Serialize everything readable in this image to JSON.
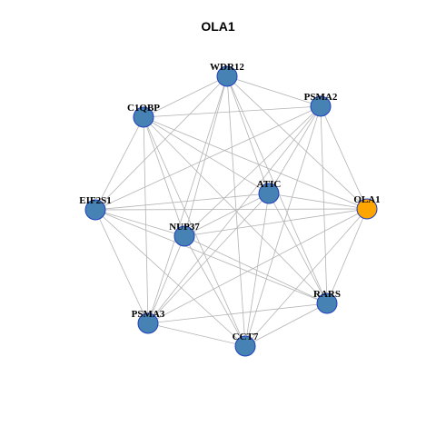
{
  "title": "OLA1",
  "colors": {
    "node_default": "#4682b4",
    "node_highlight": "#ffa500",
    "node_border": "#1f3fbf",
    "edge": "#b3b3b3"
  },
  "nodes": [
    {
      "id": "WDR12",
      "label": "WDR12",
      "highlight": false
    },
    {
      "id": "PSMA2",
      "label": "PSMA2",
      "highlight": false
    },
    {
      "id": "C1QBP",
      "label": "C1QBP",
      "highlight": false
    },
    {
      "id": "ATIC",
      "label": "ATIC",
      "highlight": false
    },
    {
      "id": "OLA1",
      "label": "OLA1",
      "highlight": true
    },
    {
      "id": "EIF2S1",
      "label": "EIF2S1",
      "highlight": false
    },
    {
      "id": "NUP37",
      "label": "NUP37",
      "highlight": false
    },
    {
      "id": "RARS",
      "label": "RARS",
      "highlight": false
    },
    {
      "id": "PSMA3",
      "label": "PSMA3",
      "highlight": false
    },
    {
      "id": "CCT7",
      "label": "CCT7",
      "highlight": false
    }
  ],
  "edges": [
    [
      "WDR12",
      "PSMA2"
    ],
    [
      "WDR12",
      "C1QBP"
    ],
    [
      "WDR12",
      "ATIC"
    ],
    [
      "WDR12",
      "OLA1"
    ],
    [
      "WDR12",
      "EIF2S1"
    ],
    [
      "WDR12",
      "NUP37"
    ],
    [
      "WDR12",
      "RARS"
    ],
    [
      "WDR12",
      "PSMA3"
    ],
    [
      "WDR12",
      "CCT7"
    ],
    [
      "PSMA2",
      "C1QBP"
    ],
    [
      "PSMA2",
      "ATIC"
    ],
    [
      "PSMA2",
      "OLA1"
    ],
    [
      "PSMA2",
      "EIF2S1"
    ],
    [
      "PSMA2",
      "NUP37"
    ],
    [
      "PSMA2",
      "RARS"
    ],
    [
      "PSMA2",
      "PSMA3"
    ],
    [
      "PSMA2",
      "CCT7"
    ],
    [
      "C1QBP",
      "ATIC"
    ],
    [
      "C1QBP",
      "OLA1"
    ],
    [
      "C1QBP",
      "EIF2S1"
    ],
    [
      "C1QBP",
      "NUP37"
    ],
    [
      "C1QBP",
      "RARS"
    ],
    [
      "C1QBP",
      "PSMA3"
    ],
    [
      "C1QBP",
      "CCT7"
    ],
    [
      "ATIC",
      "OLA1"
    ],
    [
      "ATIC",
      "EIF2S1"
    ],
    [
      "ATIC",
      "NUP37"
    ],
    [
      "ATIC",
      "RARS"
    ],
    [
      "ATIC",
      "PSMA3"
    ],
    [
      "ATIC",
      "CCT7"
    ],
    [
      "OLA1",
      "EIF2S1"
    ],
    [
      "OLA1",
      "NUP37"
    ],
    [
      "OLA1",
      "RARS"
    ],
    [
      "OLA1",
      "PSMA3"
    ],
    [
      "OLA1",
      "CCT7"
    ],
    [
      "EIF2S1",
      "NUP37"
    ],
    [
      "EIF2S1",
      "RARS"
    ],
    [
      "EIF2S1",
      "PSMA3"
    ],
    [
      "EIF2S1",
      "CCT7"
    ],
    [
      "NUP37",
      "RARS"
    ],
    [
      "NUP37",
      "PSMA3"
    ],
    [
      "NUP37",
      "CCT7"
    ],
    [
      "RARS",
      "PSMA3"
    ],
    [
      "RARS",
      "CCT7"
    ],
    [
      "PSMA3",
      "CCT7"
    ]
  ]
}
